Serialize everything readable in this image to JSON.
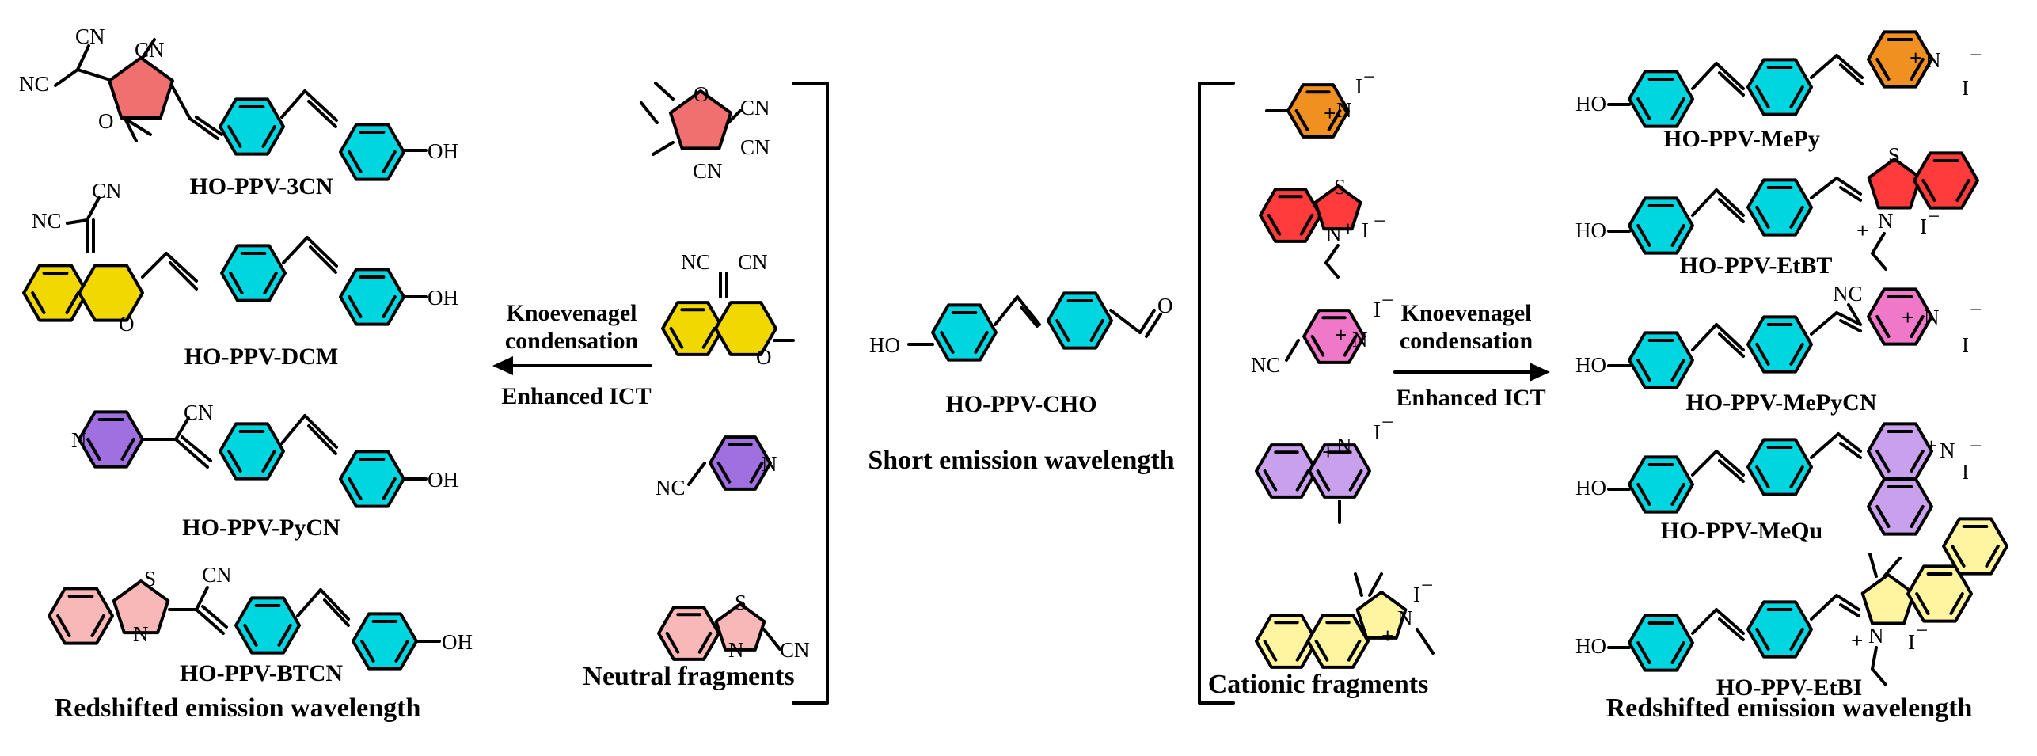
{
  "colors": {
    "phenylene": "#00d6e0",
    "furan_3cn": "#f07070",
    "dcm": "#f0d800",
    "pycn": "#a070e0",
    "btcn": "#f8b8b8",
    "mepy": "#f09020",
    "etbt": "#ff3b3b",
    "mepycn": "#f078c8",
    "mequ": "#c8a0ec",
    "etbi": "#fff4a0"
  },
  "center": {
    "compound": "HO-PPV-CHO",
    "caption": "Short  emission wavelength",
    "atoms": {
      "hydroxyl": "HO",
      "aldehyde_oxygen": "O"
    }
  },
  "left": {
    "products": [
      {
        "label": "HO-PPV-3CN"
      },
      {
        "label": "HO-PPV-DCM"
      },
      {
        "label": "HO-PPV-PyCN"
      },
      {
        "label": "HO-PPV-BTCN"
      }
    ],
    "arrow": {
      "line1": "Knoevenagel",
      "line2": "condensation",
      "line3": "Enhanced ICT"
    },
    "fragments_title": "Neutral fragments",
    "caption": "Redshifted emission wavelength"
  },
  "right": {
    "products": [
      {
        "label": "HO-PPV-MePy"
      },
      {
        "label": "HO-PPV-EtBT"
      },
      {
        "label": "HO-PPV-MePyCN"
      },
      {
        "label": "HO-PPV-MeQu"
      },
      {
        "label": "HO-PPV-EtBI"
      }
    ],
    "arrow": {
      "line1": "Knoevenagel",
      "line2": "condensation",
      "line3": "Enhanced ICT"
    },
    "fragments_title": "Cationic fragments",
    "caption": "Redshifted emission wavelength"
  },
  "atoms": {
    "cn": "CN",
    "nc": "NC",
    "o": "O",
    "n": "N",
    "s": "S",
    "oh": "OH",
    "ho": "HO",
    "plus": "+",
    "iodide": "I",
    "minus": "−"
  }
}
